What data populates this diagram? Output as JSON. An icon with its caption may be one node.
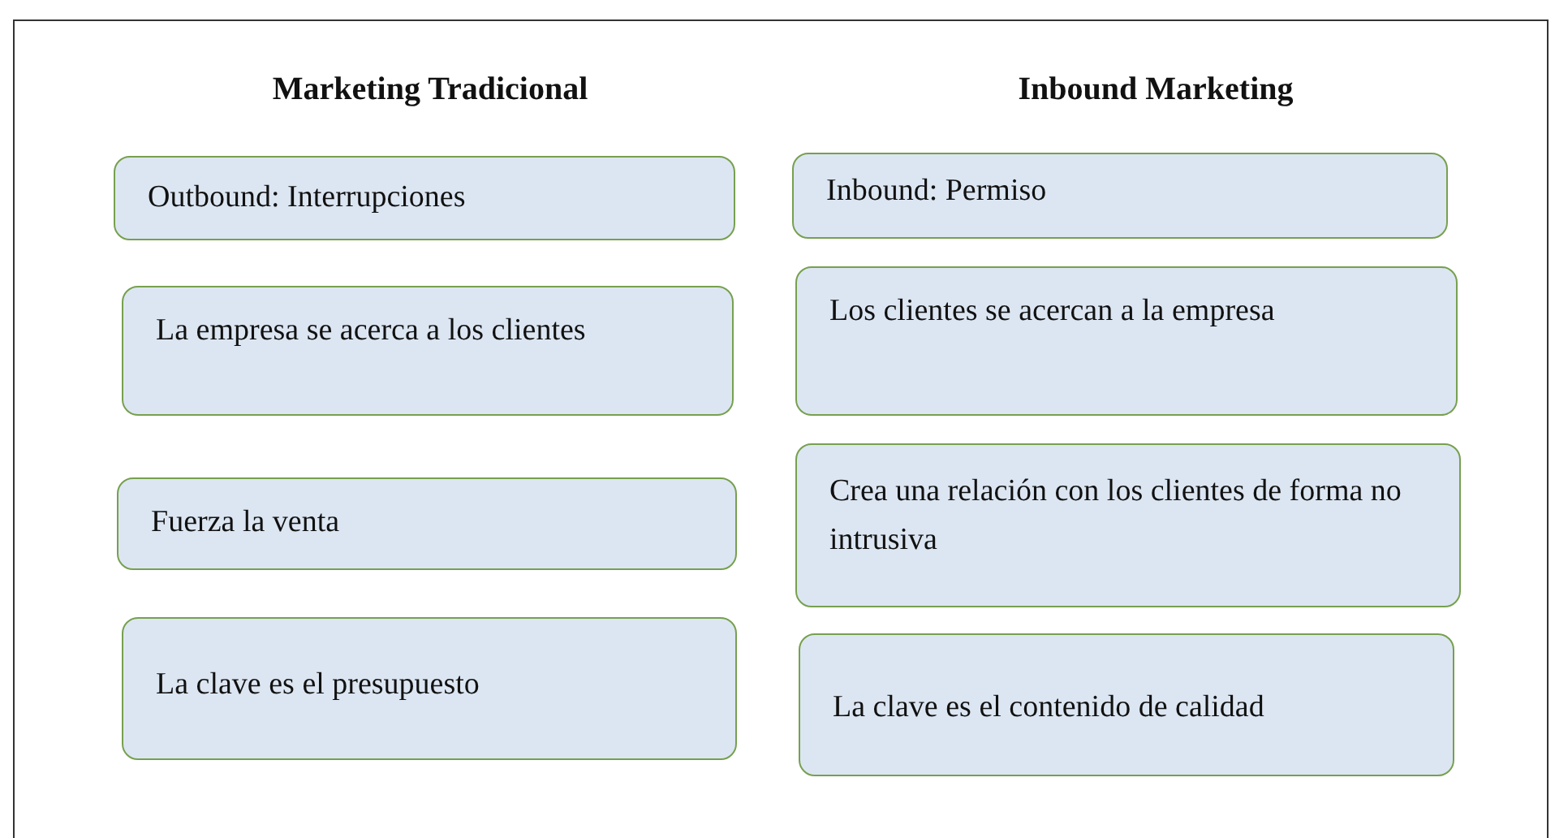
{
  "diagram": {
    "nodes": [
      {
        "text": [
          "Outbound: Interrupciones"
        ]
      },
      {
        "text": [
          "Inbound: Permiso"
        ]
      },
      {
        "text": [
          "La empresa se acerca a los clientes"
        ]
      },
      {
        "text": [
          "Los clientes se acercan a la empresa"
        ]
      },
      {
        "text": [
          "Fuerza la venta"
        ]
      },
      {
        "text": [
          "Crea una relación con los clientes de forma no intrusiva"
        ]
      },
      {
        "text": [
          "La clave es el presupuesto"
        ]
      },
      {
        "text": [
          "La clave es el contenido de calidad"
        ]
      }
    ],
    "labels": [
      "Marketing Tradicional",
      "Inbound Marketing"
    ]
  }
}
